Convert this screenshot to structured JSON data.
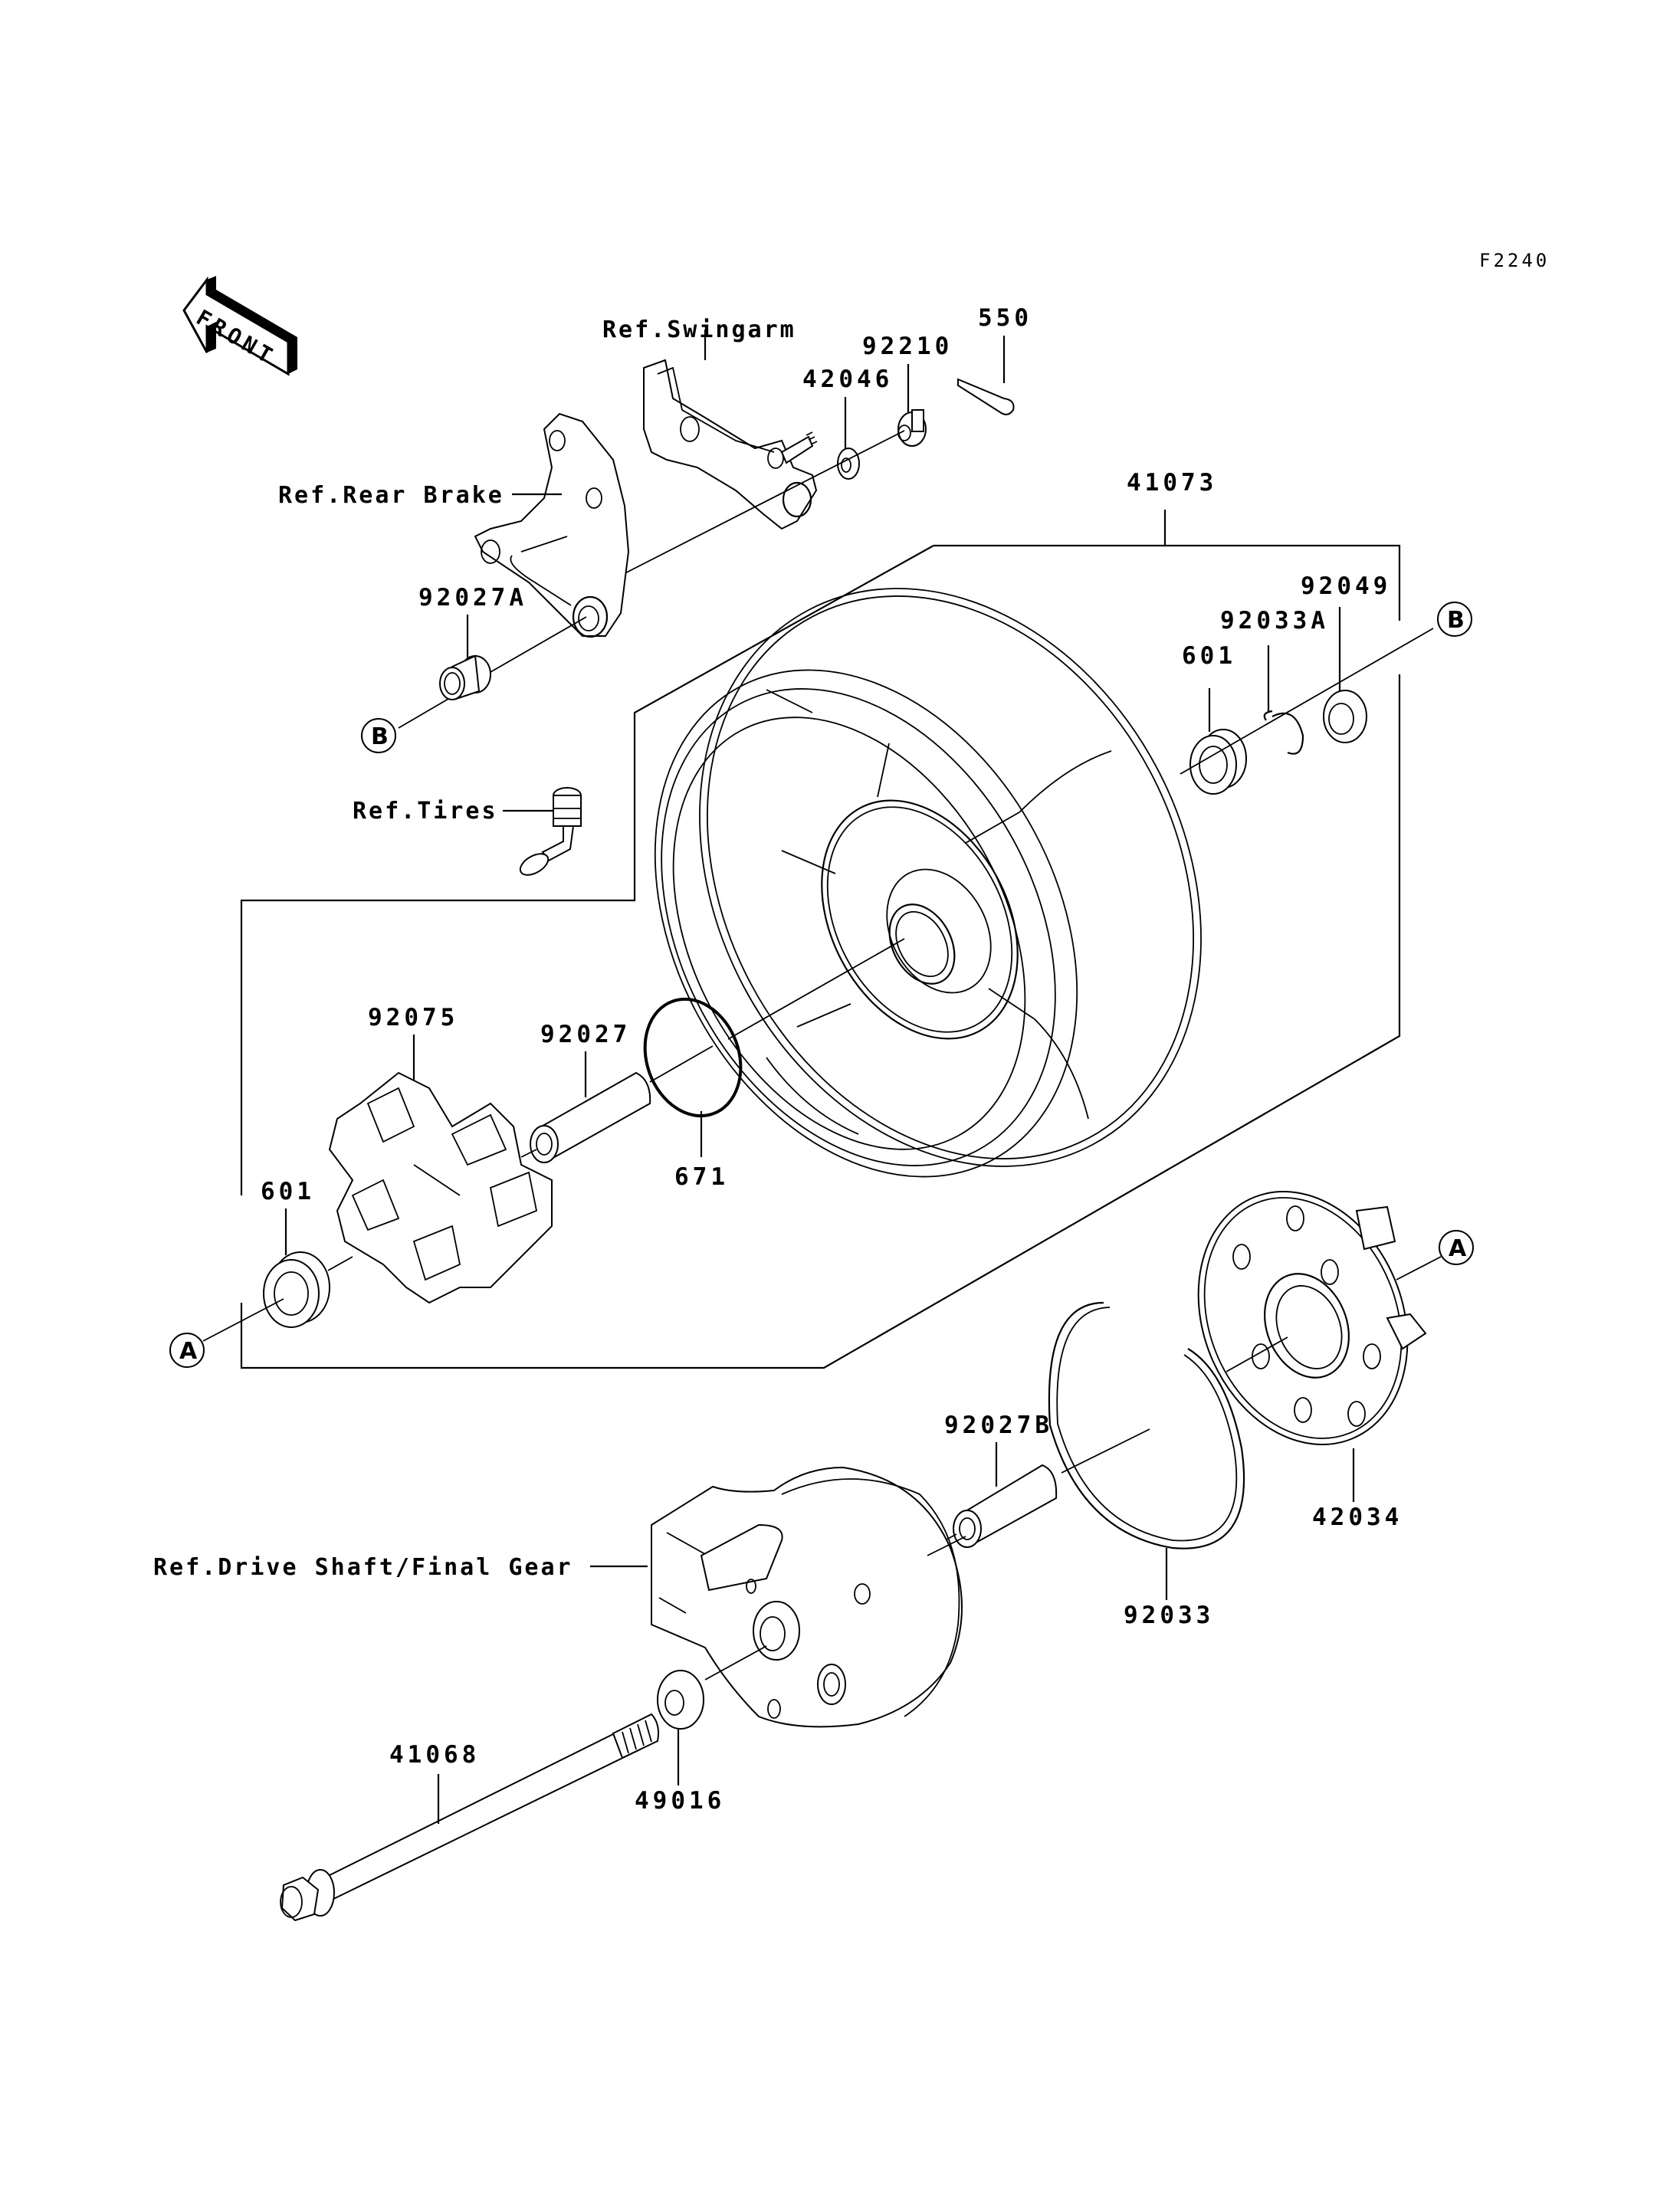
{
  "figure_code": "F2240",
  "front_indicator": "FRONT",
  "callouts": {
    "ref_swingarm": "Ref.Swingarm",
    "ref_rear_brake": "Ref.Rear Brake",
    "ref_tires": "Ref.Tires",
    "ref_drive_shaft": "Ref.Drive Shaft/Final Gear",
    "p550": "550",
    "p92210": "92210",
    "p42046": "42046",
    "p41073": "41073",
    "p92049": "92049",
    "p92033A": "92033A",
    "p601_right": "601",
    "p92027A": "92027A",
    "p92075": "92075",
    "p92027": "92027",
    "p671": "671",
    "p601_left": "601",
    "p92027B": "92027B",
    "p42034": "42034",
    "p92033": "92033",
    "p41068": "41068",
    "p49016": "49016"
  },
  "connectors": {
    "A": "A",
    "B": "B"
  }
}
